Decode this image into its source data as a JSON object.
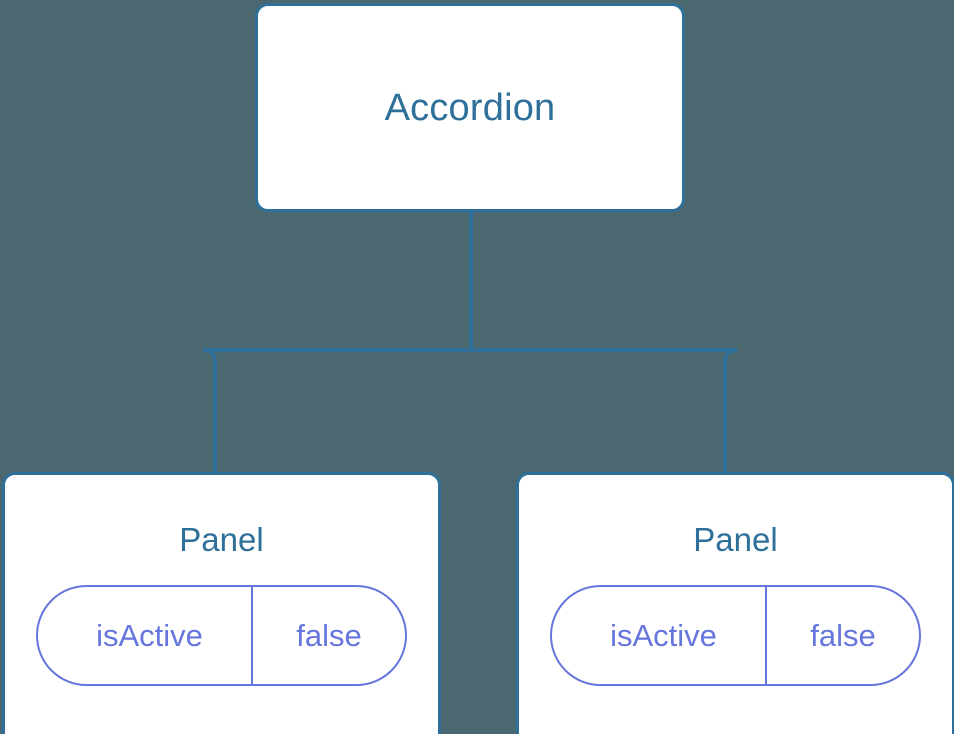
{
  "diagram": {
    "type": "component-tree",
    "background_color": "#4b6770",
    "node_border_color": "#2e7099",
    "node_fill_color": "#ffffff",
    "node_title_color": "#2e7099",
    "pill_color": "#6676dd",
    "connector_color": "#2e7099",
    "root": {
      "title": "Accordion"
    },
    "children": [
      {
        "title": "Panel",
        "state": {
          "key": "isActive",
          "value": "false"
        }
      },
      {
        "title": "Panel",
        "state": {
          "key": "isActive",
          "value": "false"
        }
      }
    ]
  }
}
